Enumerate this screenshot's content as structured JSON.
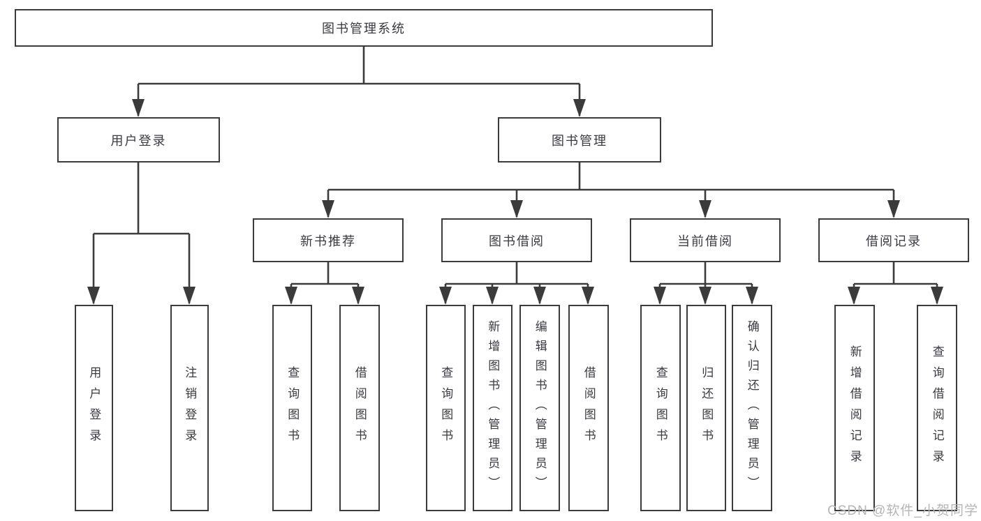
{
  "diagram": {
    "title": "图书管理系统",
    "nodes": {
      "root": "图书管理系统",
      "user_login": "用户登录",
      "book_mgmt": "图书管理",
      "new_book_rec": "新书推荐",
      "book_borrow": "图书借阅",
      "current_borrow": "当前借阅",
      "borrow_record": "借阅记录",
      "leaf_user_login": "用户登录",
      "leaf_logout": "注销登录",
      "leaf_rec_query_book": "查询图书",
      "leaf_rec_borrow_book": "借阅图书",
      "leaf_bor_query_book": "查询图书",
      "leaf_bor_add_book": "新增图书（管理员）",
      "leaf_bor_edit_book": "编辑图书（管理员）",
      "leaf_bor_borrow_book": "借阅图书",
      "leaf_cur_query_book": "查询图书",
      "leaf_cur_return_book": "归还图书",
      "leaf_cur_confirm_return": "确认归还（管理员）",
      "leaf_record_add": "新增借阅记录",
      "leaf_record_query": "查询借阅记录"
    },
    "tree": {
      "图书管理系统": {
        "用户登录": [
          "用户登录",
          "注销登录"
        ],
        "图书管理": {
          "新书推荐": [
            "查询图书",
            "借阅图书"
          ],
          "图书借阅": [
            "查询图书",
            "新增图书（管理员）",
            "编辑图书（管理员）",
            "借阅图书"
          ],
          "当前借阅": [
            "查询图书",
            "归还图书",
            "确认归还（管理员）"
          ],
          "借阅记录": [
            "新增借阅记录",
            "查询借阅记录"
          ]
        }
      }
    }
  },
  "watermark": {
    "text": "CSDN @软件_小贺同学"
  },
  "colors": {
    "line": "#3b3b3b",
    "text": "#3a3a40",
    "watermark": "#b5b5b5",
    "background": "#ffffff"
  }
}
